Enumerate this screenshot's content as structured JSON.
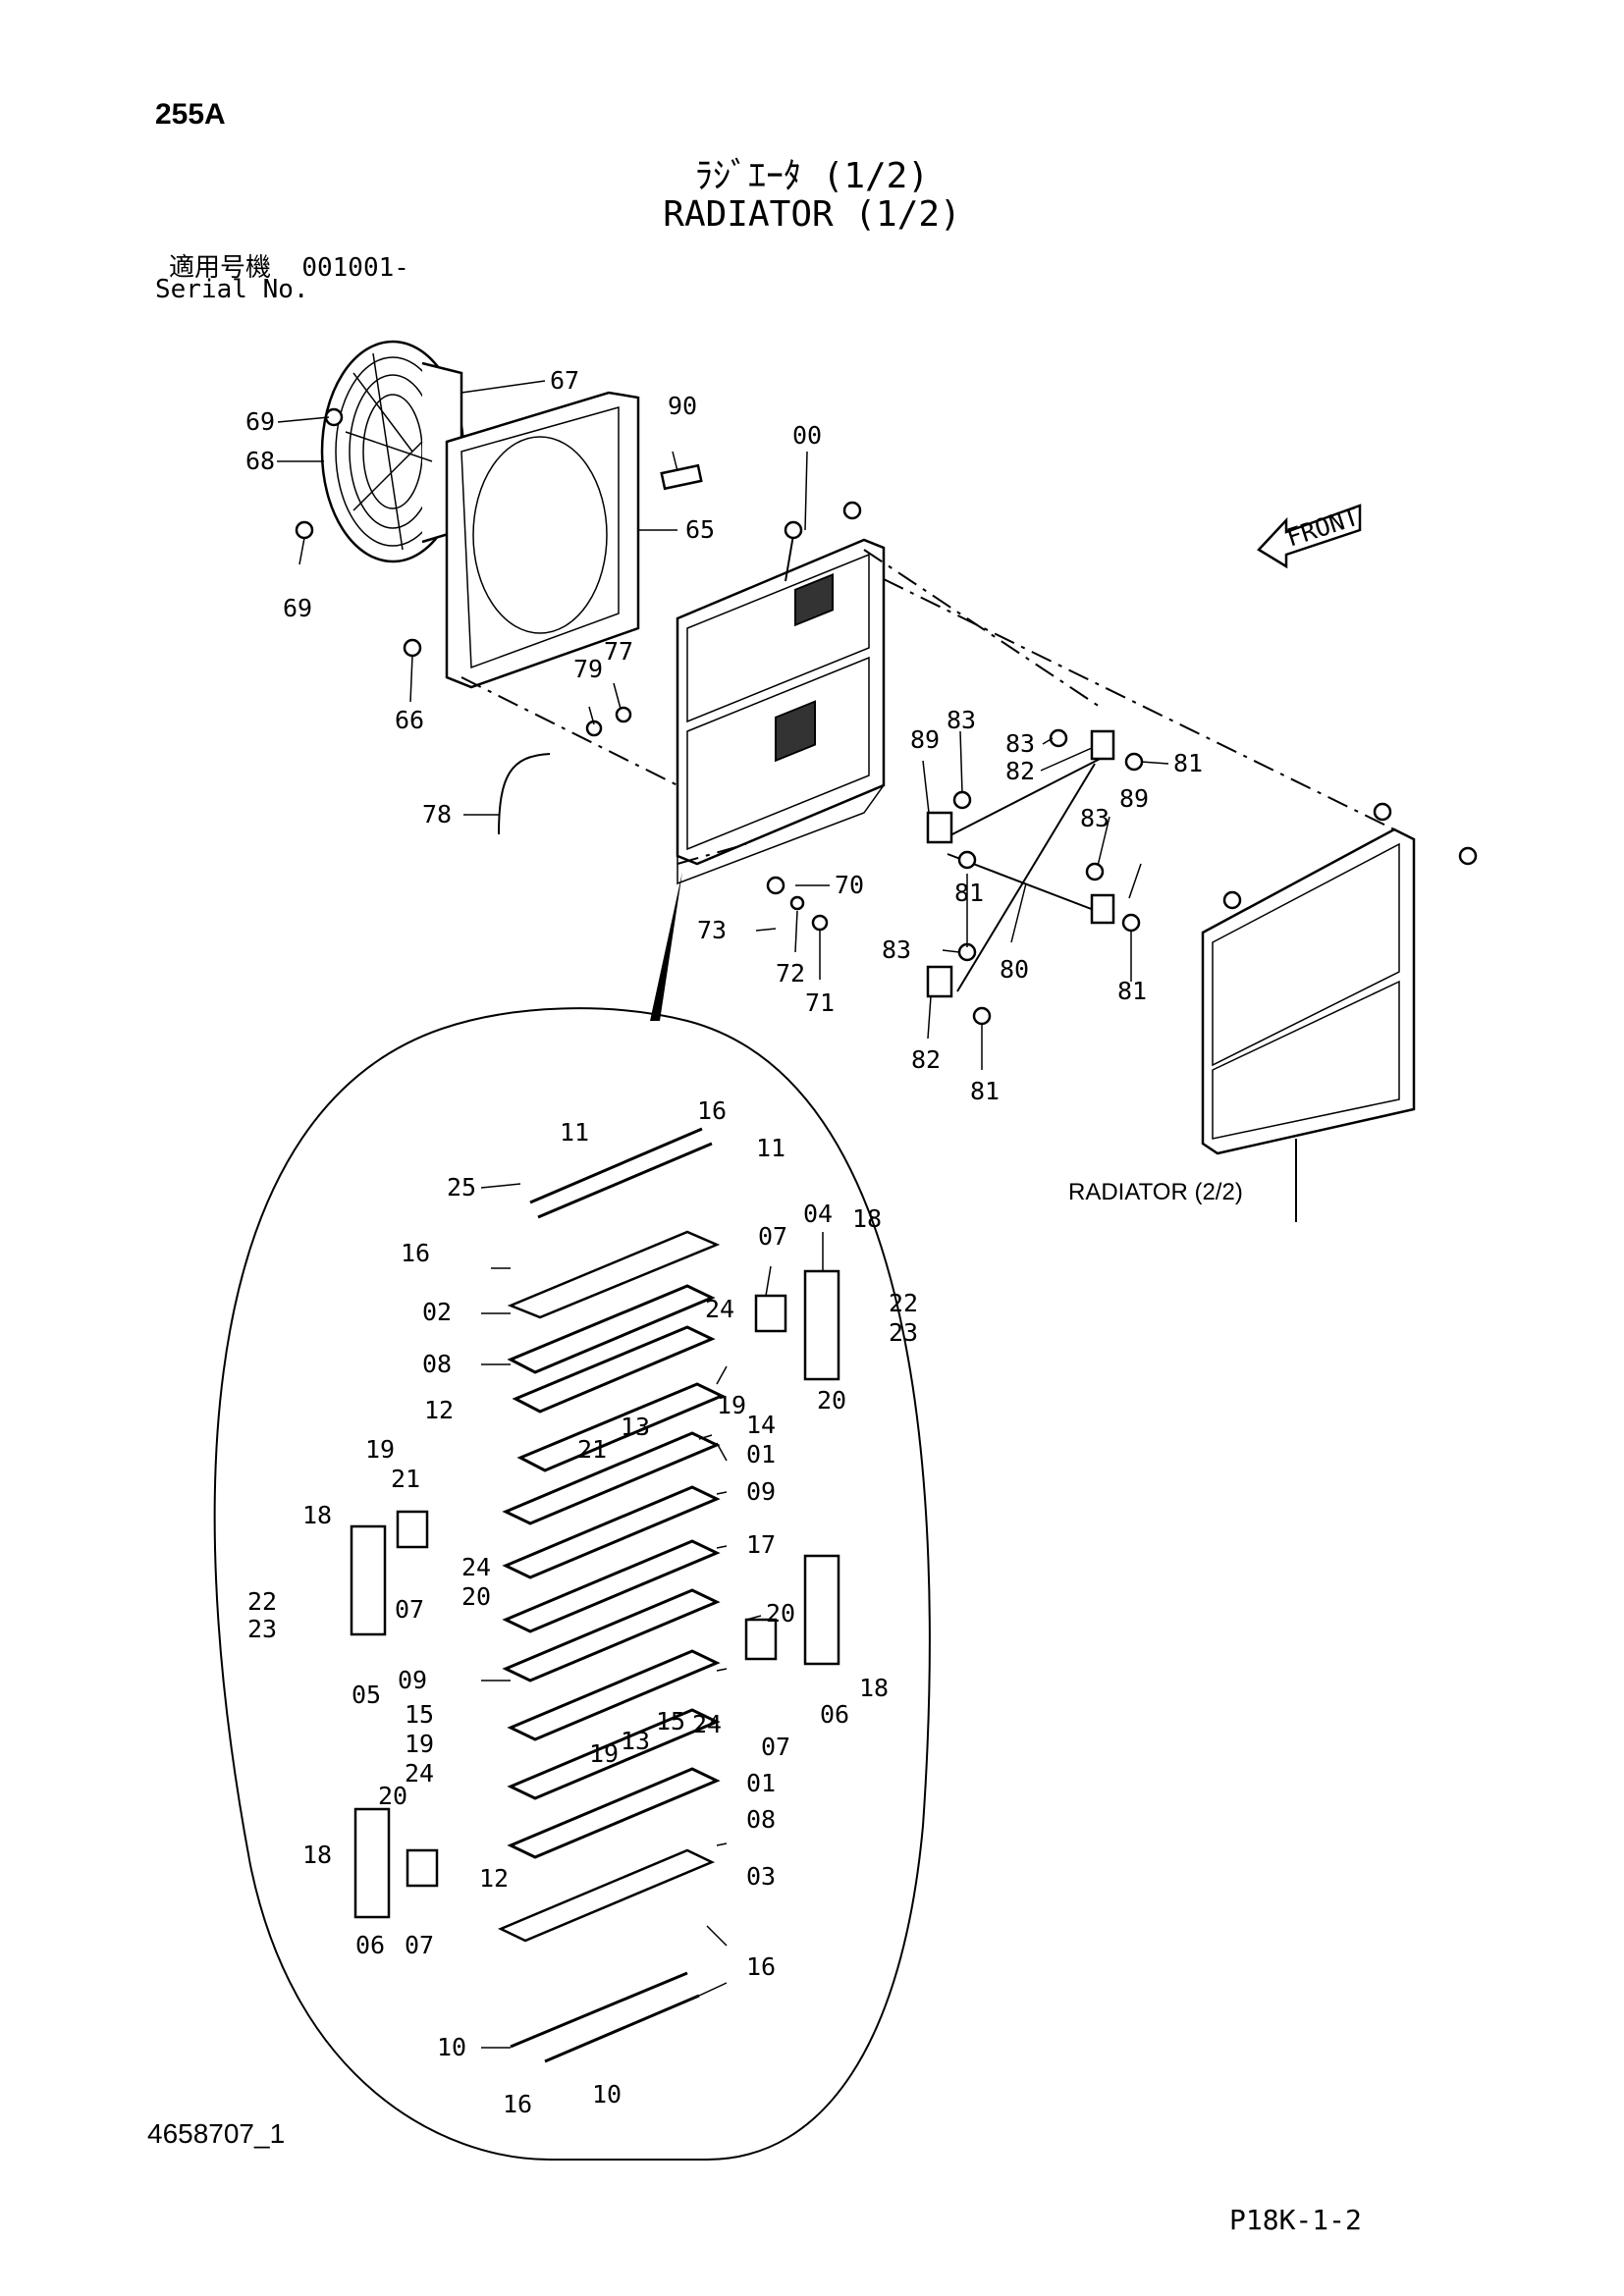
{
  "header": {
    "page_number": "255A",
    "title_jp": "ﾗｼﾞｴｰﾀ (1/2)",
    "title_en": "RADIATOR (1/2)",
    "serial_label_jp": "適用号機",
    "serial_value": "001001-",
    "serial_label_en": "Serial No."
  },
  "footer": {
    "document_id": "4658707_1",
    "page_ref": "P18K-1-2"
  },
  "diagram": {
    "front_label": "FRONT",
    "radiator_2_label": "RADIATOR (2/2)",
    "callouts": {
      "c69a": "69",
      "c67": "67",
      "c68": "68",
      "c69b": "69",
      "c90": "90",
      "c00": "00",
      "c65": "65",
      "c66": "66",
      "c79": "79",
      "c77": "77",
      "c78": "78",
      "c89a": "89",
      "c83a": "83",
      "c83b": "83",
      "c82a": "82",
      "c81a": "81",
      "c83c": "83",
      "c89b": "89",
      "c70": "70",
      "c73": "73",
      "c72": "72",
      "c71": "71",
      "c81b": "81",
      "c80": "80",
      "c81c": "81",
      "c83d": "83",
      "c82b": "82",
      "c81d": "81",
      "d16a": "16",
      "d11a": "11",
      "d11b": "11",
      "d25": "25",
      "d16b": "16",
      "d02": "02",
      "d08a": "08",
      "d24a": "24",
      "d07a": "07",
      "d04": "04",
      "d18a": "18",
      "d22a": "22",
      "d23a": "23",
      "d20a": "20",
      "d19a": "19",
      "d12a": "12",
      "d13a": "13",
      "d14": "14",
      "d19b": "19",
      "d21a": "21",
      "d21b": "21",
      "d01a": "01",
      "d09a": "09",
      "d18b": "18",
      "d24b": "24",
      "d20b": "20",
      "d17": "17",
      "d07b": "07",
      "d22b": "22",
      "d23b": "23",
      "d05": "05",
      "d20c": "20",
      "d18c": "18",
      "d09b": "09",
      "d15a": "15",
      "d15b": "15",
      "d24c": "24",
      "d06a": "06",
      "d07c": "07",
      "d19c": "19",
      "d19d": "19",
      "d13b": "13",
      "d01b": "01",
      "d24d": "24",
      "d20d": "20",
      "d08b": "08",
      "d18d": "18",
      "d12b": "12",
      "d03": "03",
      "d06b": "06",
      "d07d": "07",
      "d16c": "16",
      "d10a": "10",
      "d10b": "10",
      "d16d": "16"
    }
  }
}
